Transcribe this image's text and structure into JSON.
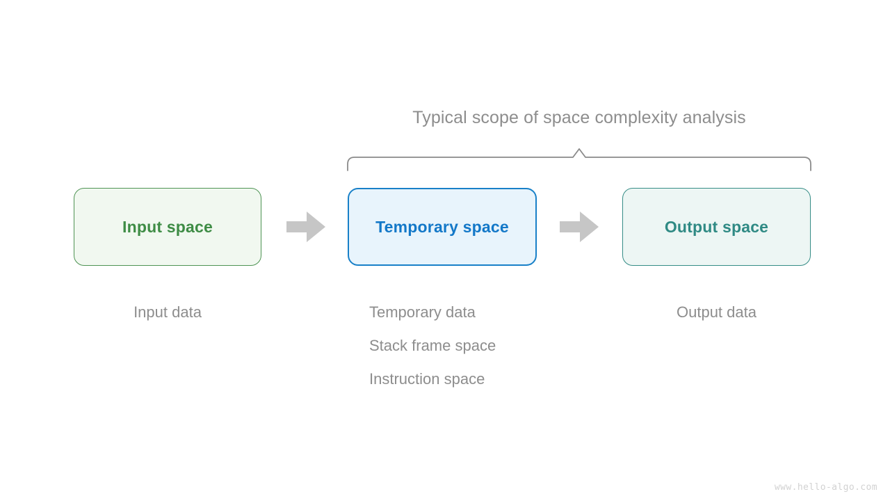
{
  "diagram": {
    "title": "Typical scope of space complexity analysis",
    "watermark": "www.hello-algo.com",
    "colors": {
      "input_border": "#4e9353",
      "input_fill": "#f1f8f0",
      "input_text": "#3e8c45",
      "temporary_border": "#1880c8",
      "temporary_fill": "#e8f4fc",
      "temporary_text": "#1378c8",
      "output_border": "#358c86",
      "output_fill": "#edf6f4",
      "output_text": "#2f8a84",
      "arrow": "#c6c6c6",
      "muted_text": "#8d8d8d",
      "brace": "#8a8a8a"
    },
    "nodes": [
      {
        "id": "input",
        "label": "Input space",
        "captions": [
          "Input data"
        ]
      },
      {
        "id": "temporary",
        "label": "Temporary space",
        "captions": [
          "Temporary data",
          "Stack frame space",
          "Instruction space"
        ]
      },
      {
        "id": "output",
        "label": "Output space",
        "captions": [
          "Output data"
        ]
      }
    ],
    "arrows": [
      {
        "id": "arrow-1",
        "direction": "right"
      },
      {
        "id": "arrow-2",
        "direction": "right"
      }
    ]
  }
}
